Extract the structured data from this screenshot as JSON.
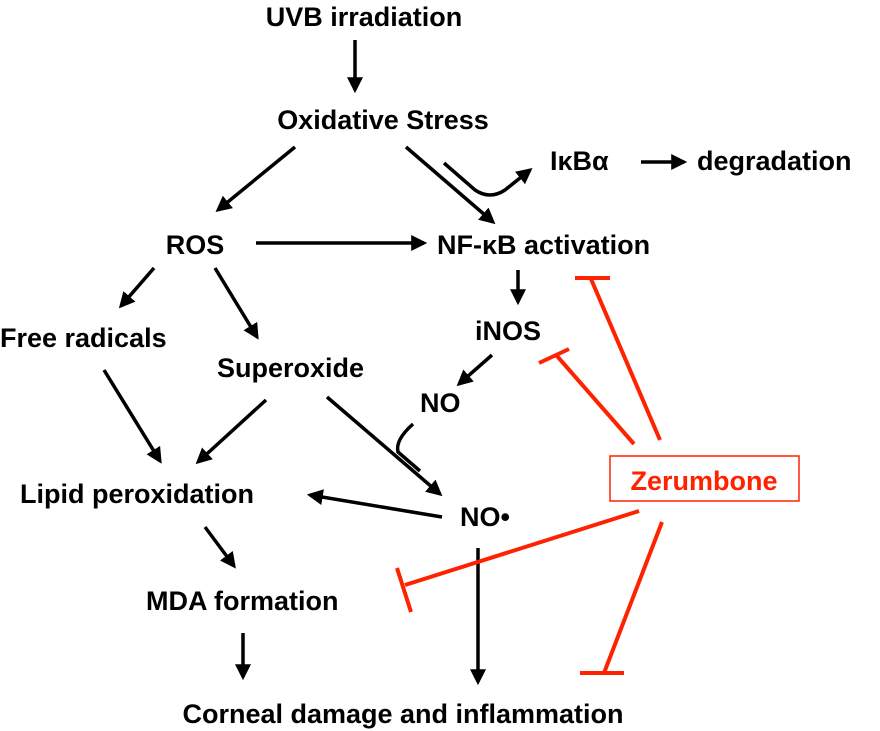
{
  "diagram": {
    "nodes": {
      "uvb": "UVB irradiation",
      "oxidative_stress": "Oxidative Stress",
      "ikba": "IκBα",
      "degradation": "degradation",
      "ros": "ROS",
      "nfkb": "NF-κB activation",
      "free_radicals": "Free radicals",
      "superoxide": "Superoxide",
      "inos": "iNOS",
      "no": "NO",
      "lipid_peroxidation": "Lipid peroxidation",
      "no_radical": "NO•",
      "mda": "MDA formation",
      "corneal_damage": "Corneal damage and inflammation",
      "zerumbone": "Zerumbone"
    },
    "colors": {
      "activation": "#000000",
      "inhibition": "#ff2200"
    },
    "activations": [
      [
        "uvb",
        "oxidative_stress"
      ],
      [
        "oxidative_stress",
        "ros"
      ],
      [
        "oxidative_stress",
        "nfkb"
      ],
      [
        "oxidative_stress",
        "ikba"
      ],
      [
        "ikba",
        "degradation"
      ],
      [
        "ros",
        "nfkb"
      ],
      [
        "ros",
        "free_radicals"
      ],
      [
        "ros",
        "superoxide"
      ],
      [
        "nfkb",
        "inos"
      ],
      [
        "inos",
        "no"
      ],
      [
        "free_radicals",
        "lipid_peroxidation"
      ],
      [
        "superoxide",
        "lipid_peroxidation"
      ],
      [
        "superoxide",
        "no_radical"
      ],
      [
        "no",
        "no_radical"
      ],
      [
        "no_radical",
        "lipid_peroxidation"
      ],
      [
        "lipid_peroxidation",
        "mda"
      ],
      [
        "mda",
        "corneal_damage"
      ],
      [
        "no_radical",
        "corneal_damage"
      ]
    ],
    "inhibitions": [
      [
        "zerumbone",
        "nfkb"
      ],
      [
        "zerumbone",
        "inos"
      ],
      [
        "zerumbone",
        "mda"
      ],
      [
        "zerumbone",
        "corneal_damage"
      ]
    ]
  }
}
